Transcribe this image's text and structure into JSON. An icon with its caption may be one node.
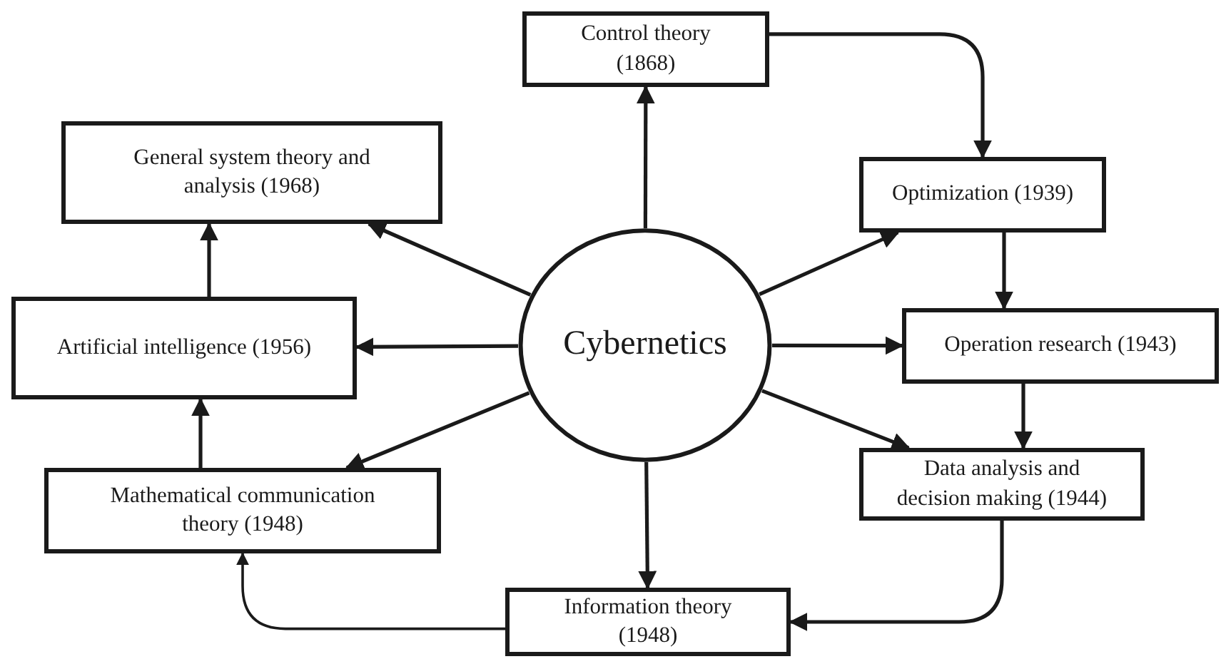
{
  "diagram": {
    "nodes": [
      {
        "text": [
          "Cybernetics"
        ]
      },
      {
        "text": [
          "Control theory (1868)"
        ]
      },
      {
        "text": [
          "General system theory and analysis (1968)"
        ]
      },
      {
        "text": [
          "Optimization (1939)"
        ]
      },
      {
        "text": [
          "Artificial intelligence (1956)"
        ]
      },
      {
        "text": [
          "Operation research (1943)"
        ]
      },
      {
        "text": [
          "Mathematical communication theory (1948)"
        ]
      },
      {
        "text": [
          "Data analysis and decision making (1944)"
        ]
      },
      {
        "text": [
          "Information theory (1948)"
        ]
      }
    ],
    "edges": [
      {
        "from": 0,
        "to": 1,
        "arrow": "to"
      },
      {
        "from": 0,
        "to": 2,
        "arrow": "to"
      },
      {
        "from": 0,
        "to": 3,
        "arrow": "to"
      },
      {
        "from": 0,
        "to": 4,
        "arrow": "to"
      },
      {
        "from": 0,
        "to": 5,
        "arrow": "to"
      },
      {
        "from": 0,
        "to": 6,
        "arrow": "to"
      },
      {
        "from": 0,
        "to": 7,
        "arrow": "to"
      },
      {
        "from": 0,
        "to": 8,
        "arrow": "to"
      },
      {
        "from": 1,
        "to": 3,
        "arrow": "to"
      },
      {
        "from": 3,
        "to": 5,
        "arrow": "to"
      },
      {
        "from": 5,
        "to": 7,
        "arrow": "to"
      },
      {
        "from": 7,
        "to": 8,
        "arrow": "to"
      },
      {
        "from": 8,
        "to": 6,
        "arrow": "to"
      },
      {
        "from": 6,
        "to": 4,
        "arrow": "to"
      },
      {
        "from": 4,
        "to": 2,
        "arrow": "to"
      }
    ]
  }
}
